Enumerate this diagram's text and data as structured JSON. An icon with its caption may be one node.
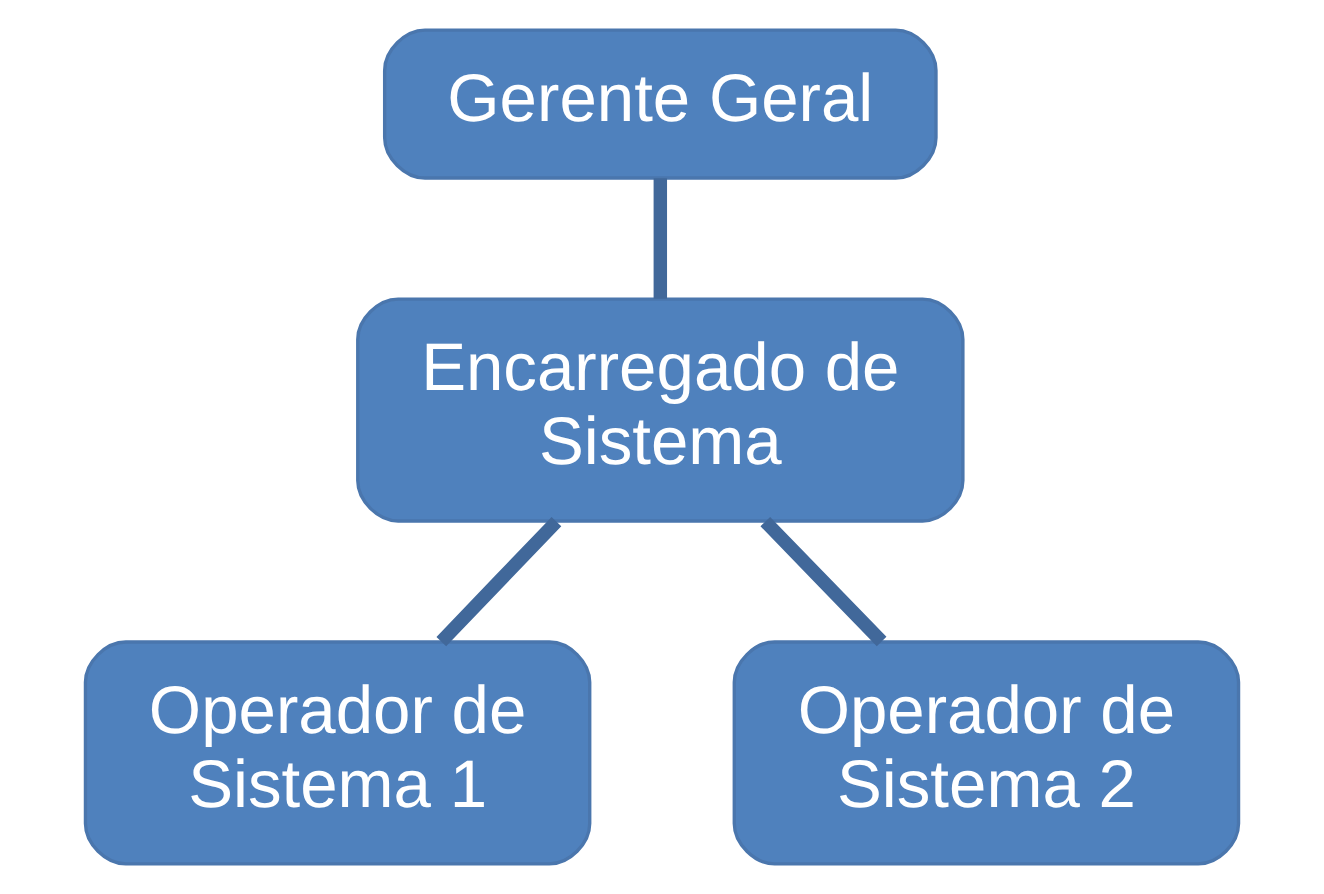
{
  "diagram": {
    "nodes": [
      {
        "text": [
          "Gerente Geral"
        ]
      },
      {
        "text": [
          "Encarregado de Sistema"
        ]
      },
      {
        "text": [
          "Operador de Sistema 1"
        ]
      },
      {
        "text": [
          "Operador de Sistema 2"
        ]
      }
    ],
    "edges": [
      {
        "from": 0,
        "to": 1,
        "arrow": "none"
      },
      {
        "from": 1,
        "to": 2,
        "arrow": "none"
      },
      {
        "from": 1,
        "to": 3,
        "arrow": "none"
      }
    ]
  }
}
